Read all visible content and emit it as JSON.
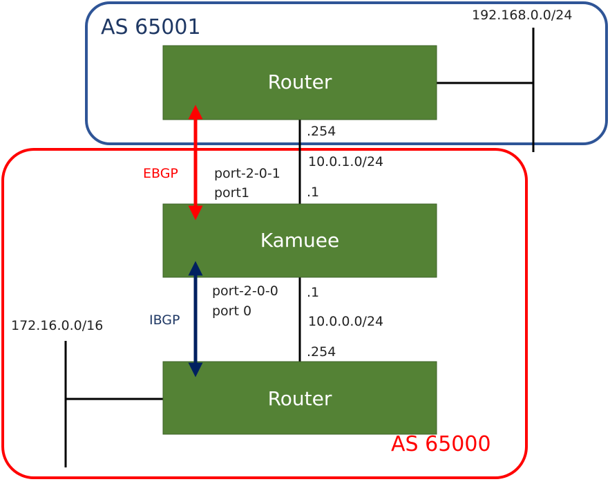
{
  "colors": {
    "as_top_border": "#2f5597",
    "as_top_label": "#1f3864",
    "as_bottom_border": "#ff0000",
    "router_fill": "#548235",
    "router_border": "#3d6128",
    "router_text": "#ffffff",
    "line": "#000000",
    "ebgp": "#ff0000",
    "ibgp": "#002060",
    "text": "#222222"
  },
  "as_top": {
    "label": "AS 65001"
  },
  "as_bottom": {
    "label": "AS 65000"
  },
  "nodes": {
    "router_top": {
      "label": "Router"
    },
    "kamuee": {
      "label": "Kamuee"
    },
    "router_bottom": {
      "label": "Router"
    }
  },
  "networks": {
    "lan_top": "192.168.0.0/24",
    "lan_bottom": "172.16.0.0/16",
    "link_upper": "10.0.1.0/24",
    "link_lower": "10.0.0.0/24"
  },
  "addresses": {
    "router_top_addr": ".254",
    "kamuee_upper_addr": ".1",
    "kamuee_lower_addr": ".1",
    "router_bottom_addr": ".254"
  },
  "ports": {
    "upper_port_name": "port-2-0-1",
    "upper_port_alias": "port1",
    "lower_port_name": "port-2-0-0",
    "lower_port_alias": "port 0"
  },
  "sessions": {
    "ebgp": "EBGP",
    "ibgp": "IBGP"
  }
}
